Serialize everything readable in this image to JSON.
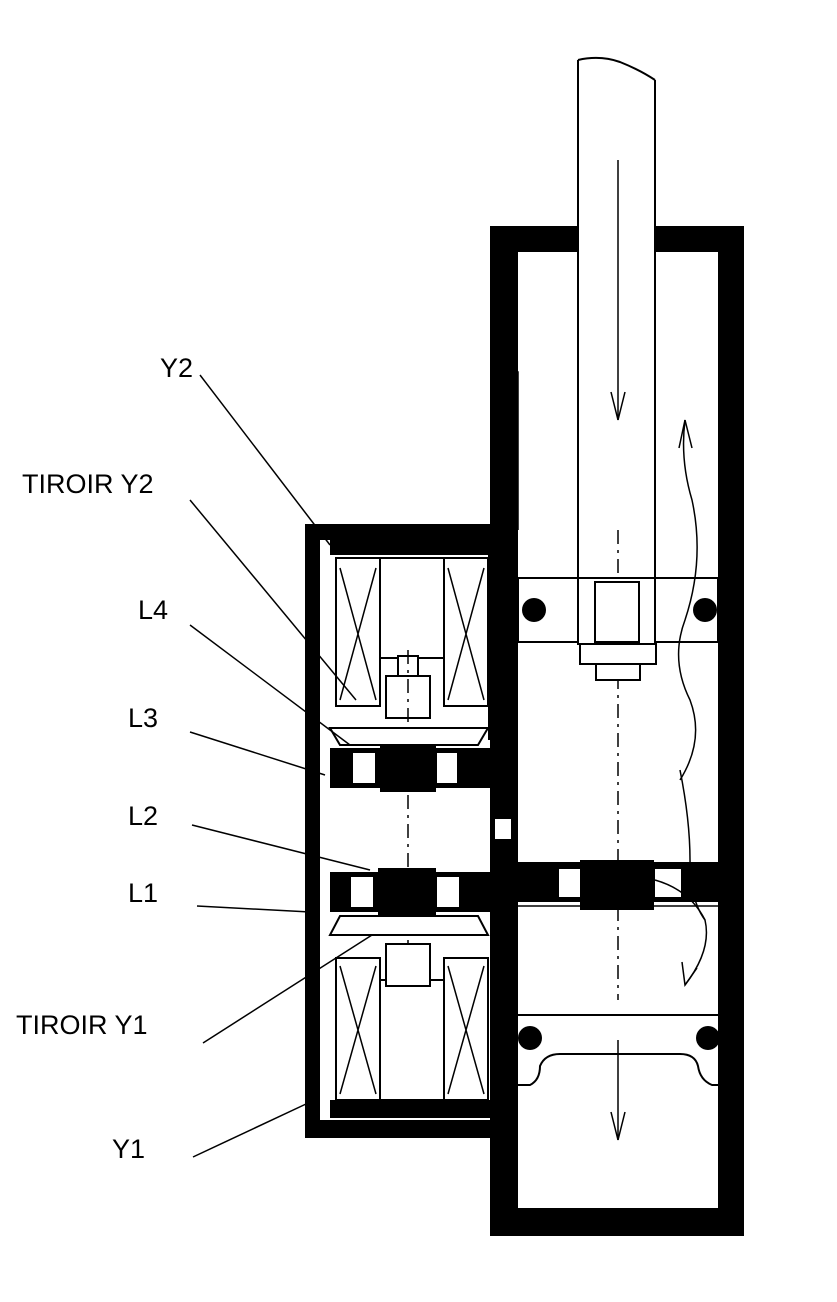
{
  "labels": {
    "y2": "Y2",
    "tiroir_y2": "TIROIR Y2",
    "l4": "L4",
    "l3": "L3",
    "l2": "L2",
    "l1": "L1",
    "tiroir_y1": "TIROIR Y1",
    "y1": "Y1"
  }
}
